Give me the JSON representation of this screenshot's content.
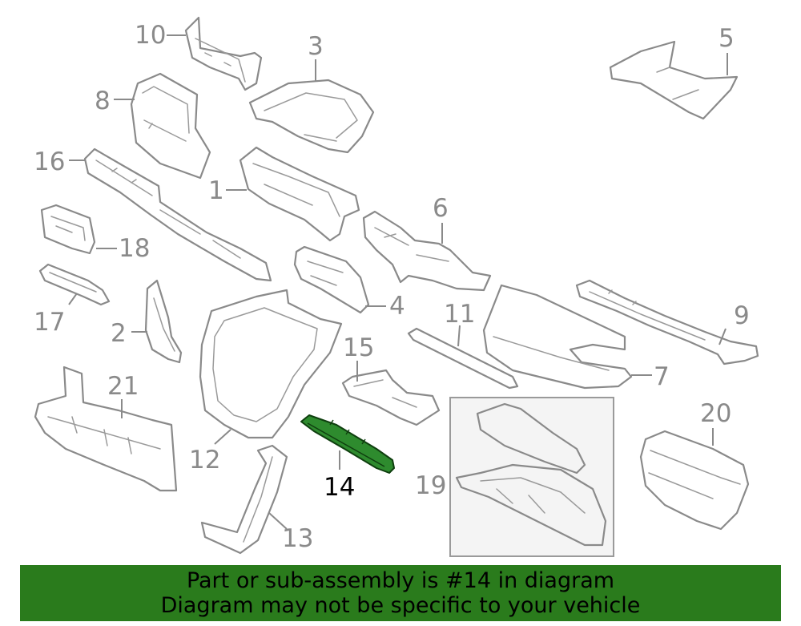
{
  "labels": {
    "p1": "1",
    "p2": "2",
    "p3": "3",
    "p4": "4",
    "p5": "5",
    "p6": "6",
    "p7": "7",
    "p8": "8",
    "p9": "9",
    "p10": "10",
    "p11": "11",
    "p12": "12",
    "p13": "13",
    "p14": "14",
    "p15": "15",
    "p16": "16",
    "p17": "17",
    "p18": "18",
    "p19": "19",
    "p20": "20",
    "p21": "21"
  },
  "highlighted_part": "14",
  "colors": {
    "highlight": "#2e8b2e",
    "banner": "#2a7b1c",
    "line": "#8a8a8a"
  },
  "banner": {
    "line1": "Part or sub-assembly is #14 in diagram",
    "line2": "Diagram may not be specific to your vehicle"
  }
}
